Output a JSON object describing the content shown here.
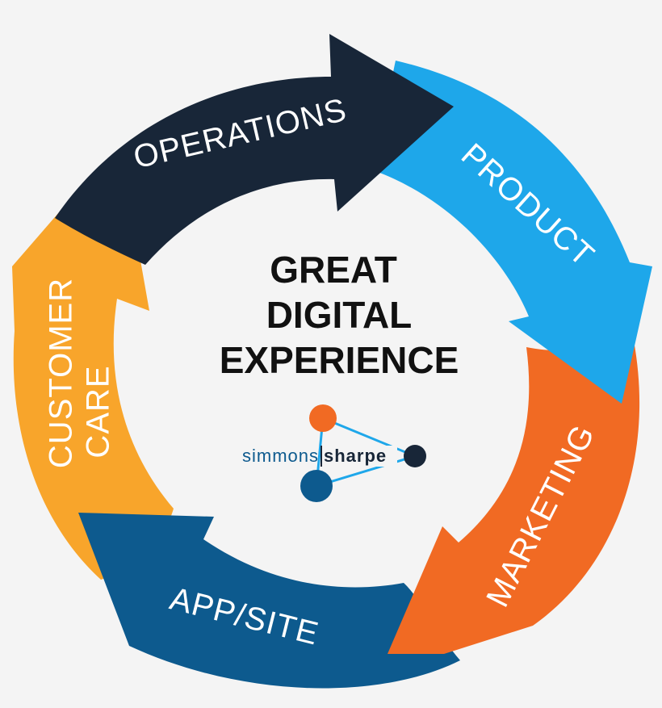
{
  "center": {
    "line1": "GREAT",
    "line2": "DIGITAL",
    "line3": "EXPERIENCE"
  },
  "segments": [
    {
      "id": "operations",
      "label": "OPERATIONS",
      "color": "#182638"
    },
    {
      "id": "product",
      "label": "PRODUCT",
      "color": "#1ea7ea"
    },
    {
      "id": "marketing",
      "label": "MARKETING",
      "color": "#f16a23"
    },
    {
      "id": "appsite",
      "label": "APP/SITE",
      "color": "#0d5a8e"
    },
    {
      "id": "customercare",
      "label": "CUSTOMER",
      "label2": "CARE",
      "color": "#f8a52b"
    }
  ],
  "logo": {
    "word1": "simmons",
    "word2": "sharpe",
    "word1_color": "#0d5a8e",
    "word2_color": "#182638",
    "dot_colors": [
      "#f16a23",
      "#182638",
      "#0d5a8e"
    ],
    "line_color": "#1ea7ea"
  }
}
